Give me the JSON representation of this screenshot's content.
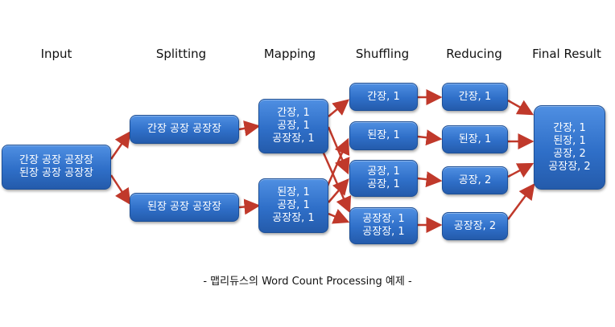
{
  "headers": {
    "input": "Input",
    "splitting": "Splitting",
    "mapping": "Mapping",
    "shuffling": "Shuffling",
    "reducing": "Reducing",
    "final": "Final Result"
  },
  "input_box": {
    "lines": [
      "간장 공장 공장장",
      "된장 공장 공장장"
    ]
  },
  "splitting": [
    {
      "lines": [
        "간장 공장 공장장"
      ]
    },
    {
      "lines": [
        "된장 공장 공장장"
      ]
    }
  ],
  "mapping": [
    {
      "lines": [
        "간장, 1",
        "공장, 1",
        "공장장, 1"
      ]
    },
    {
      "lines": [
        "된장, 1",
        "공장, 1",
        "공장장, 1"
      ]
    }
  ],
  "shuffling": [
    {
      "lines": [
        "간장, 1"
      ]
    },
    {
      "lines": [
        "된장, 1"
      ]
    },
    {
      "lines": [
        "공장, 1",
        "공장, 1"
      ]
    },
    {
      "lines": [
        "공장장, 1",
        "공장장, 1"
      ]
    }
  ],
  "reducing": [
    {
      "lines": [
        "간장, 1"
      ]
    },
    {
      "lines": [
        "된장, 1"
      ]
    },
    {
      "lines": [
        "공장, 2"
      ]
    },
    {
      "lines": [
        "공장장, 2"
      ]
    }
  ],
  "final_box": {
    "lines": [
      "간장, 1",
      "된장, 1",
      "공장, 2",
      "공장장, 2"
    ]
  },
  "caption": "- 맵리듀스의 Word Count Processing 예제 -",
  "colors": {
    "box": "#2f6fc8",
    "arrow": "#c0392b",
    "text": "#ffffff"
  }
}
